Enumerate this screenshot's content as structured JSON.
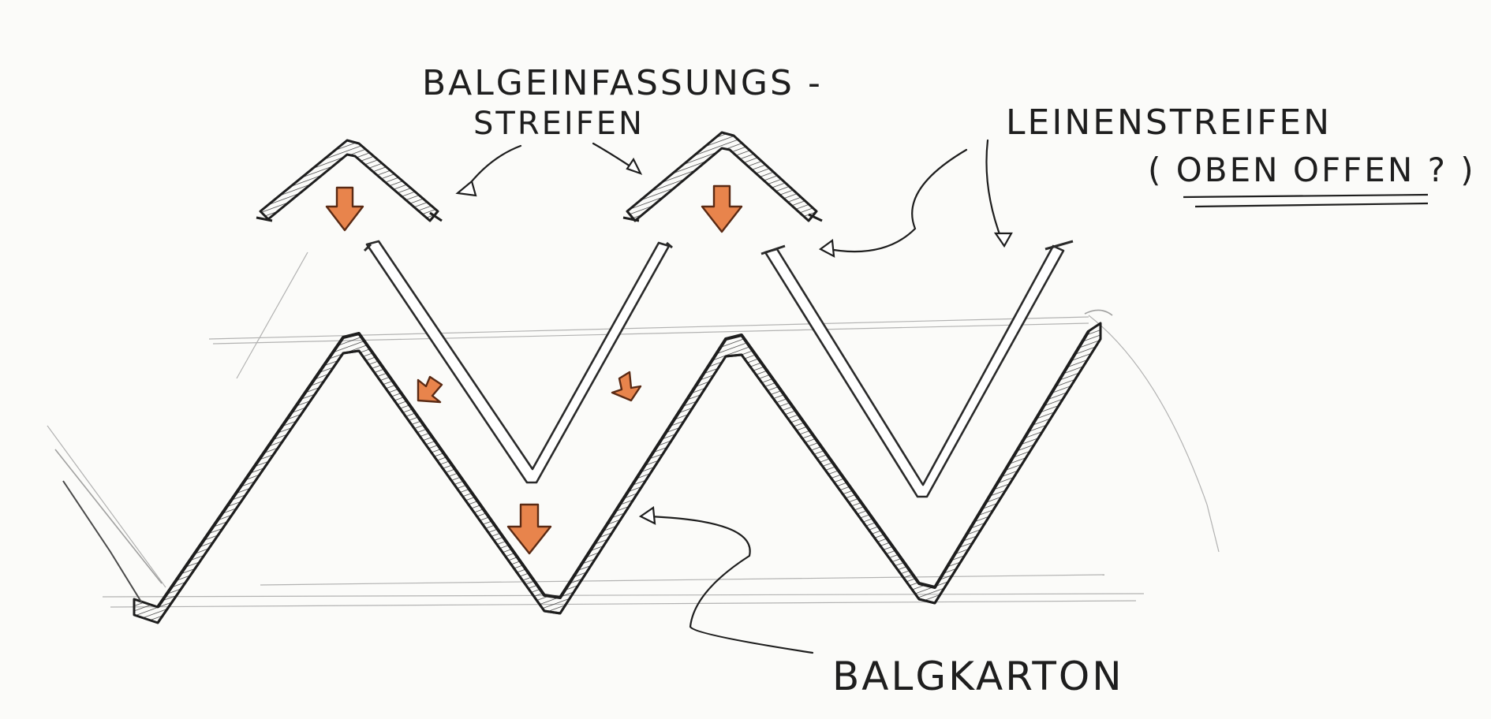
{
  "labels": {
    "binding_strip_line1": "BALGEINFASSUNGS -",
    "binding_strip_line2": "STREIFEN",
    "linen_strip_line1": "LEINENSTREIFEN",
    "linen_strip_line2": "( OBEN OFFEN ? )",
    "bellows_card": "BALGKARTON"
  },
  "colors": {
    "ink": "#1e1e1e",
    "pencil": "#8a8a8a",
    "arrow_fill": "#e8844c",
    "arrow_stroke": "#5a2a14",
    "paper": "#fbfbf9"
  }
}
